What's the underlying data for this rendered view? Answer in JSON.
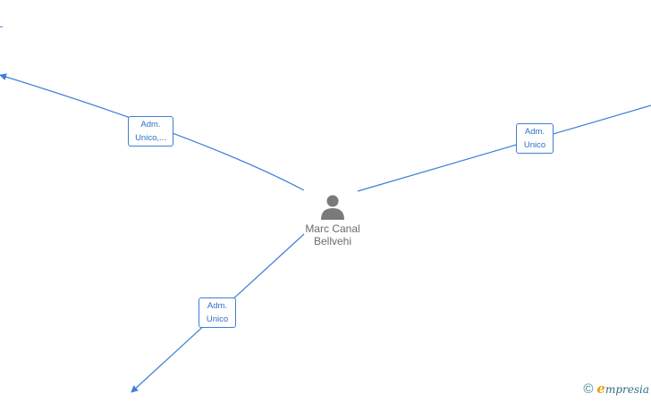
{
  "person": {
    "icon": "person-icon",
    "name_line1": "Marc Canal",
    "name_line2": "Bellvehi"
  },
  "edges": [
    {
      "id": "top-left",
      "label_line1": "Adm.",
      "label_line2": "Unico,..."
    },
    {
      "id": "right",
      "label_line1": "Adm.",
      "label_line2": "Unico"
    },
    {
      "id": "bottom-left",
      "label_line1": "Adm.",
      "label_line2": "Unico"
    }
  ],
  "brand": {
    "copyright_symbol": "©",
    "logo_initial": "e",
    "logo_rest": "mpresia"
  },
  "colors": {
    "edge": "#3d7fd6",
    "node_text": "#6b6b6b",
    "label_text": "#2f6fc8",
    "icon": "#7a7a7a"
  }
}
